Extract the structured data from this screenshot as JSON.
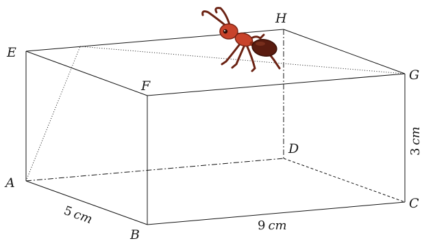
{
  "vertices": {
    "A": "A",
    "B": "B",
    "C": "C",
    "D": "D",
    "E": "E",
    "F": "F",
    "G": "G",
    "H": "H"
  },
  "dimensions": {
    "width": {
      "value": "5",
      "unit": "cm"
    },
    "length": {
      "value": "9",
      "unit": "cm"
    },
    "height": {
      "value": "3",
      "unit": "cm"
    }
  },
  "icons": {
    "ant": "ant-icon"
  },
  "colors": {
    "ant_body": "#c8432b",
    "ant_abdomen": "#5a1c10",
    "ant_legs": "#6b2213"
  }
}
